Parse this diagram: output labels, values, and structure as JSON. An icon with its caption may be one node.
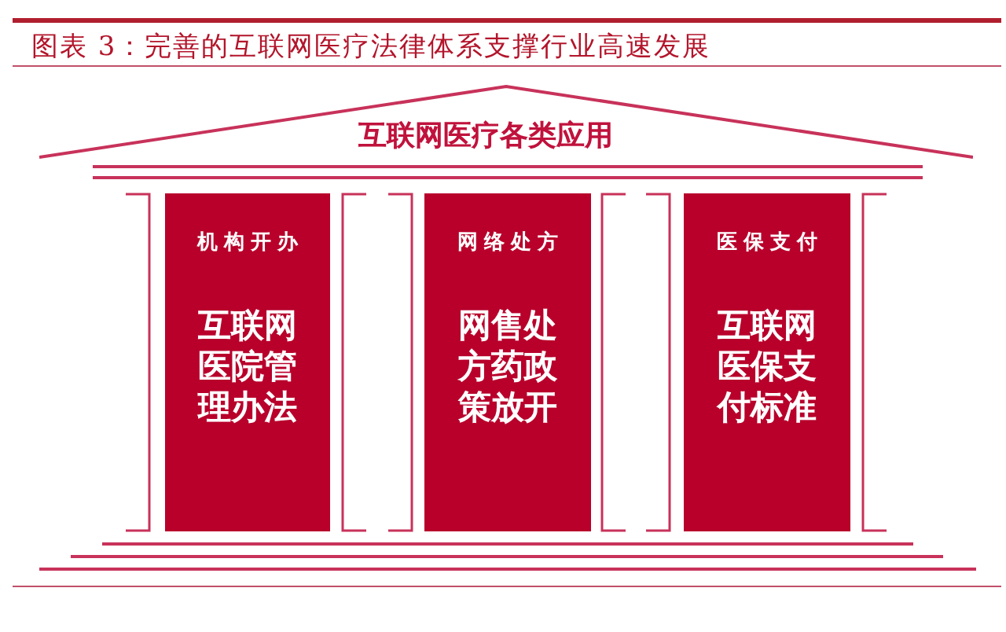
{
  "diagram": {
    "title": "图表 3：完善的互联网医疗法律体系支撑行业高速发展",
    "nodes": [
      {
        "text": [
          "互联网医疗各类应用"
        ]
      },
      {
        "text": [
          "机构开办",
          "互联网医院管理办法"
        ]
      },
      {
        "text": [
          "网络处方",
          "网售处方药政策放开"
        ]
      },
      {
        "text": [
          "医保支付",
          "互联网医保支付标准"
        ]
      }
    ]
  }
}
